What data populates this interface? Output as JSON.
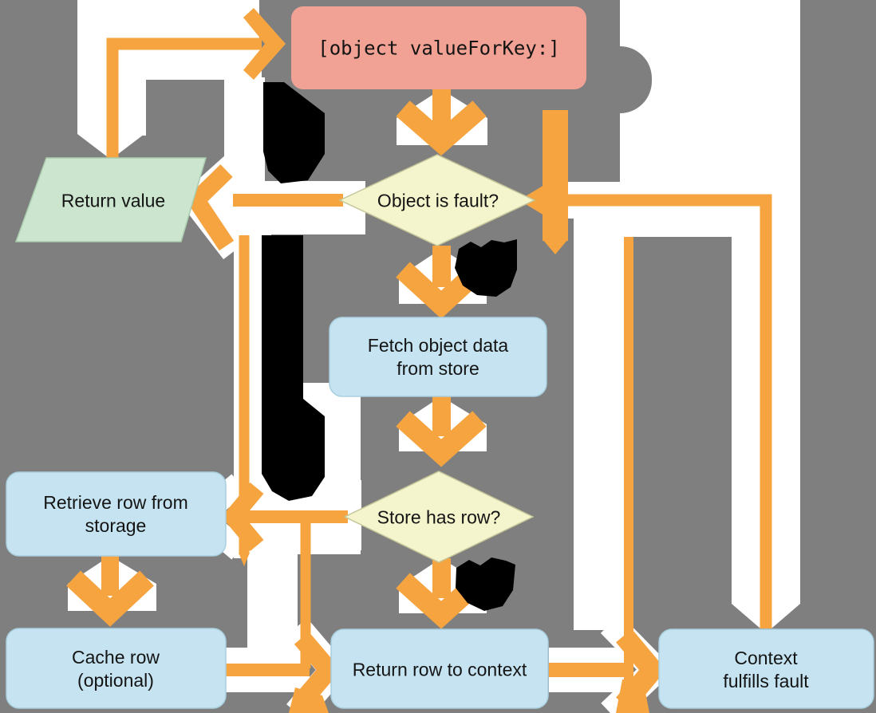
{
  "diagram": {
    "type": "flowchart",
    "colors": {
      "background": "#7F7F7F",
      "arrow": "#F5A440",
      "arrow_casing": "#FFFFFF",
      "start_fill": "#F1A294",
      "decision_fill": "#F5F5CD",
      "decision_border": "#C6C69A",
      "process_fill": "#C5E3F0",
      "process_border": "#A9CFDF",
      "terminal_fill": "#CBE5CE",
      "terminal_border": "#A9CBAE",
      "blob": "#000000"
    },
    "nodes": [
      {
        "id": "value-for-key",
        "shape": "rounded-rect",
        "role": "entry",
        "label": "[object valueForKey:]"
      },
      {
        "id": "object-is-fault",
        "shape": "diamond",
        "role": "decision",
        "label": "Object is fault?"
      },
      {
        "id": "return-value",
        "shape": "parallelogram",
        "role": "output",
        "label": "Return value"
      },
      {
        "id": "fetch-object-data",
        "shape": "rounded-rect",
        "role": "process",
        "label": "Fetch object data\nfrom store"
      },
      {
        "id": "store-has-row",
        "shape": "diamond",
        "role": "decision",
        "label": "Store has row?"
      },
      {
        "id": "retrieve-row",
        "shape": "rounded-rect",
        "role": "process",
        "label": "Retrieve row from\nstorage"
      },
      {
        "id": "cache-row",
        "shape": "rounded-rect",
        "role": "process",
        "label": "Cache row\n(optional)"
      },
      {
        "id": "return-row",
        "shape": "rounded-rect",
        "role": "process",
        "label": "Return row to context"
      },
      {
        "id": "context-fulfills",
        "shape": "rounded-rect",
        "role": "process",
        "label": "Context fulfills fault"
      }
    ],
    "artifacts": [
      {
        "name": "obscured-label-blob-beside-value-for-key"
      },
      {
        "name": "obscured-label-blob-center-column"
      },
      {
        "name": "obscured-label-blob-object-is-fault-yes"
      },
      {
        "name": "obscured-label-blob-store-has-row-yes"
      }
    ]
  }
}
